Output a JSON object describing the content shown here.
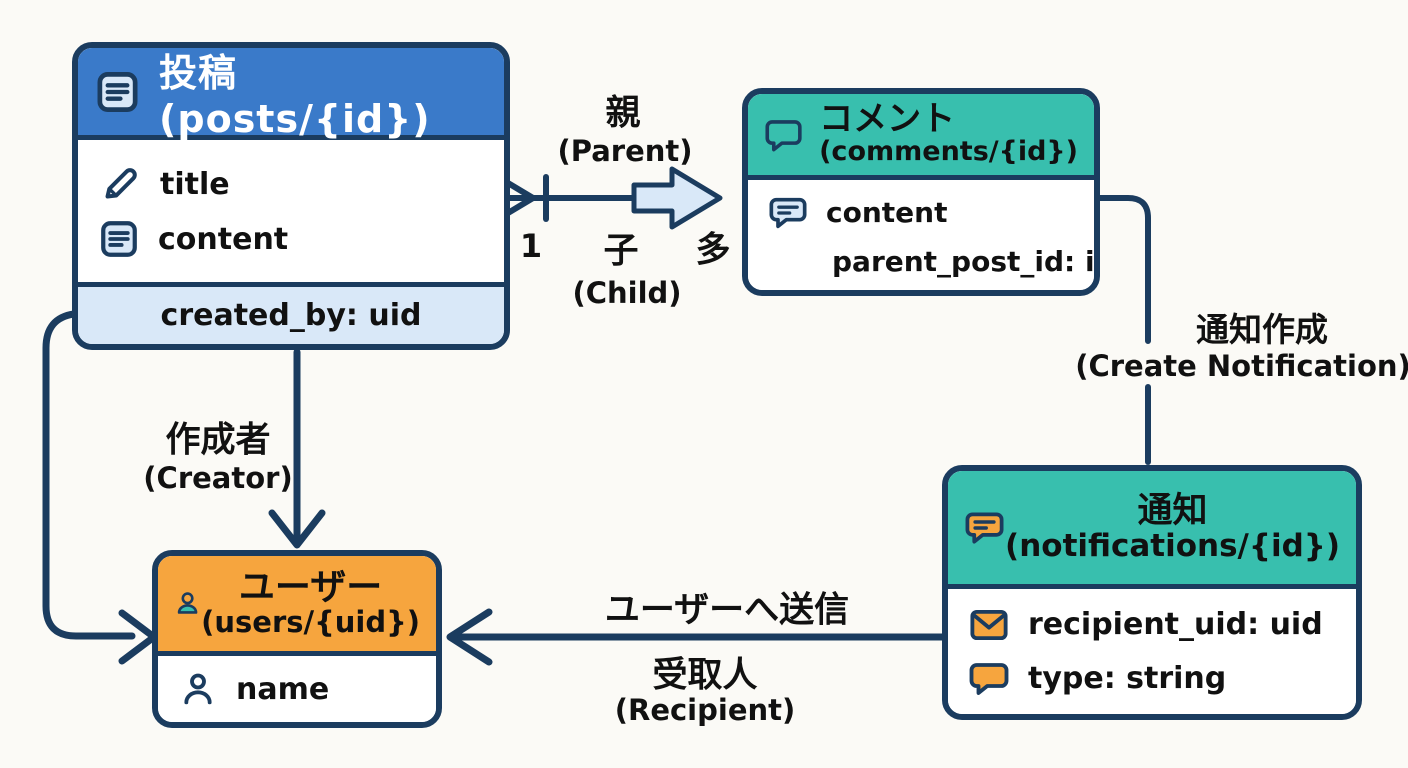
{
  "palette": {
    "navy": "#1b3c5f",
    "blue": "#3a7ac9",
    "teal": "#38bfae",
    "orange": "#f6a53e",
    "lightblue": "#d9e8f8",
    "background": "#fbfaf6"
  },
  "entities": {
    "posts": {
      "title": "投稿 (posts/{id})",
      "fields": [
        {
          "icon": "pencil-icon",
          "label": "title"
        },
        {
          "icon": "document-icon",
          "label": "content"
        }
      ],
      "footer": "created_by: uid"
    },
    "comments": {
      "title": "コメント",
      "path": "(comments/{id})",
      "fields": [
        {
          "icon": "speech-bubble-icon",
          "label": "content"
        },
        {
          "icon": "none",
          "label": "parent_post_id: id"
        }
      ]
    },
    "notifications": {
      "title": "通知",
      "path": "(notifications/{id})",
      "fields": [
        {
          "icon": "envelope-icon",
          "label": "recipient_uid: uid"
        },
        {
          "icon": "speech-bubble-icon",
          "label": "type: string"
        }
      ]
    },
    "users": {
      "title": "ユーザー",
      "path": "(users/{uid})",
      "fields": [
        {
          "icon": "person-icon",
          "label": "name"
        }
      ]
    }
  },
  "relationships": {
    "post_comment": {
      "parent_jp": "親",
      "parent_en": "(Parent)",
      "child_jp": "子",
      "child_en": "(Child)",
      "cardinality_one": "1",
      "cardinality_many": "多"
    },
    "comment_notification": {
      "label_jp": "通知作成",
      "label_en": "(Create Notification)"
    },
    "post_user": {
      "label_jp": "作成者",
      "label_en": "(Creator)"
    },
    "notification_user": {
      "send_jp": "ユーザーへ送信",
      "label_jp": "受取人",
      "label_en": "(Recipient)"
    }
  }
}
